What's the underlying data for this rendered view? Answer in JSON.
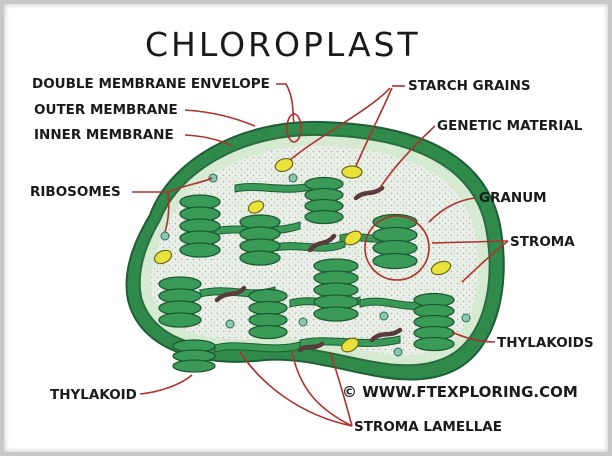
{
  "title": "CHLOROPLAST",
  "labels": {
    "double_membrane_envelope": "DOUBLE MEMBRANE ENVELOPE",
    "outer_membrane": "OUTER MEMBRANE",
    "inner_membrane": "INNER MEMBRANE",
    "ribosomes": "RIBOSOMES",
    "starch_grains": "STARCH GRAINS",
    "genetic_material": "GENETIC MATERIAL",
    "granum": "GRANUM",
    "stroma": "STROMA",
    "thylakoids": "THYLAKOIDS",
    "thylakoid": "THYLAKOID",
    "stroma_lamellae": "STROMA LAMELLAE"
  },
  "credit": "© WWW.FTEXPLORING.COM",
  "colors": {
    "membrane_green": "#2f8a4c",
    "stroma_fill": "#e6ece4",
    "thylakoid_green": "#3a9a58",
    "starch_yellow": "#e8e23a",
    "dna_brown": "#5a3a3a",
    "leader_red": "#b0302c"
  }
}
